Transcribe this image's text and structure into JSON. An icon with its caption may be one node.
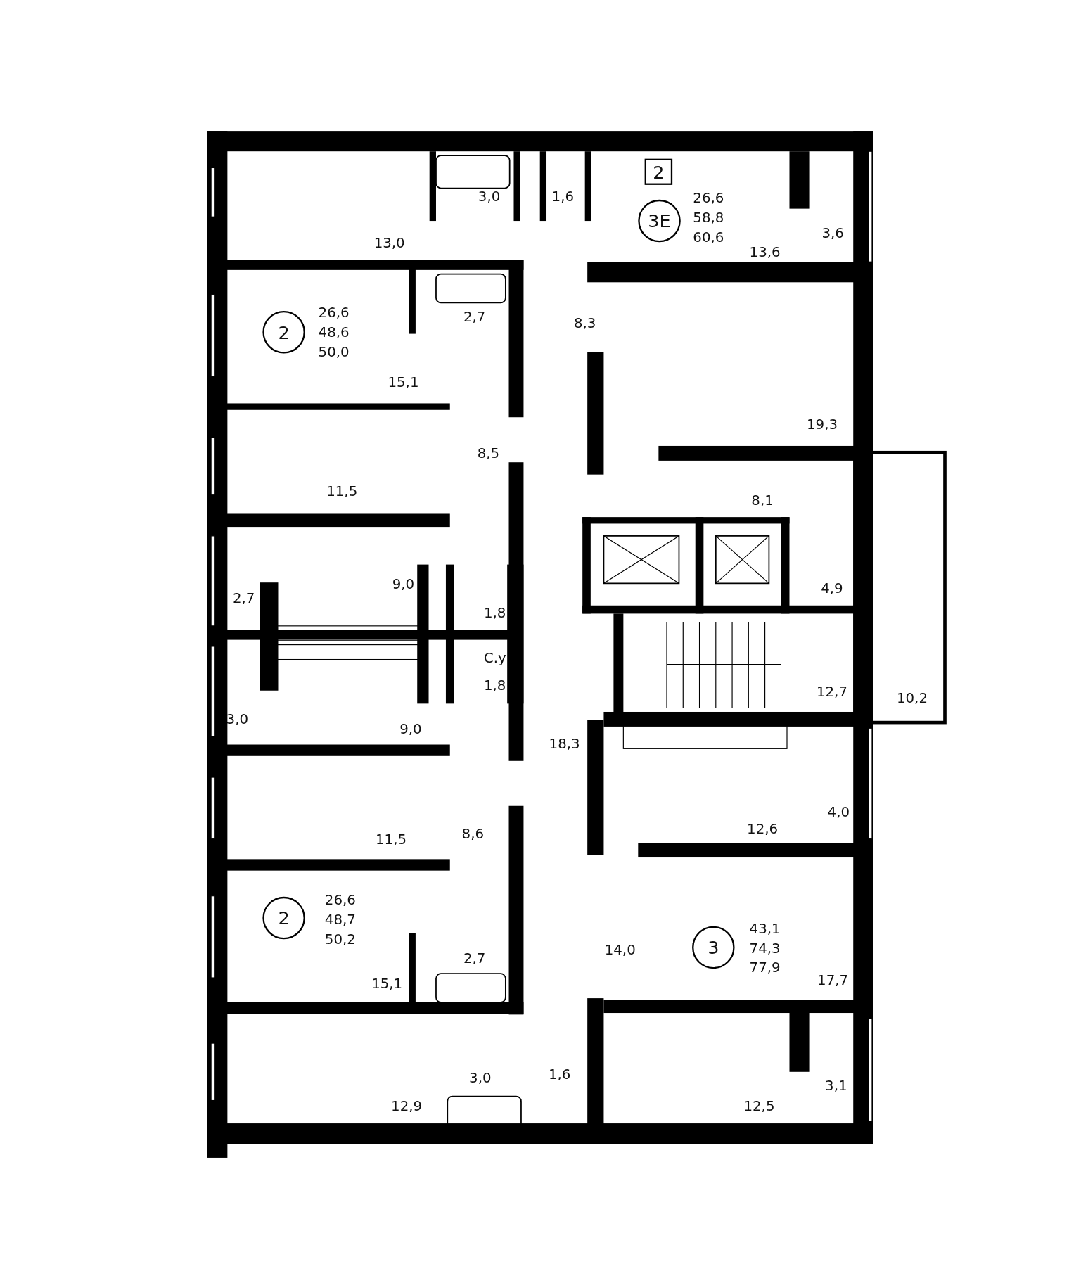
{
  "diagram": {
    "nodes": [
      {
        "text": [
          "2"
        ]
      },
      {
        "text": [
          "3Е"
        ],
        "beside": [
          "26,6",
          "58,8",
          "60,6"
        ]
      },
      {
        "text": [
          "2"
        ],
        "beside": [
          "26,6",
          "48,6",
          "50,0"
        ]
      },
      {
        "text": [
          "2"
        ],
        "beside": [
          "26,6",
          "48,7",
          "50,2"
        ]
      },
      {
        "text": [
          "3"
        ],
        "beside": [
          "43,1",
          "74,3",
          "77,9"
        ]
      }
    ],
    "labels": [
      "3,0",
      "1,6",
      "3,6",
      "13,0",
      "13,6",
      "2,7",
      "8,3",
      "15,1",
      "19,3",
      "8,5",
      "11,5",
      "8,1",
      "9,0",
      "4,9",
      "2,7",
      "1,8",
      "С.у",
      "1,8",
      "12,7",
      "10,2",
      "3,0",
      "9,0",
      "18,3",
      "4,0",
      "12,6",
      "8,6",
      "11,5",
      "14,0",
      "2,7",
      "17,7",
      "15,1",
      "1,6",
      "3,1",
      "3,0",
      "12,5",
      "12,9"
    ]
  }
}
